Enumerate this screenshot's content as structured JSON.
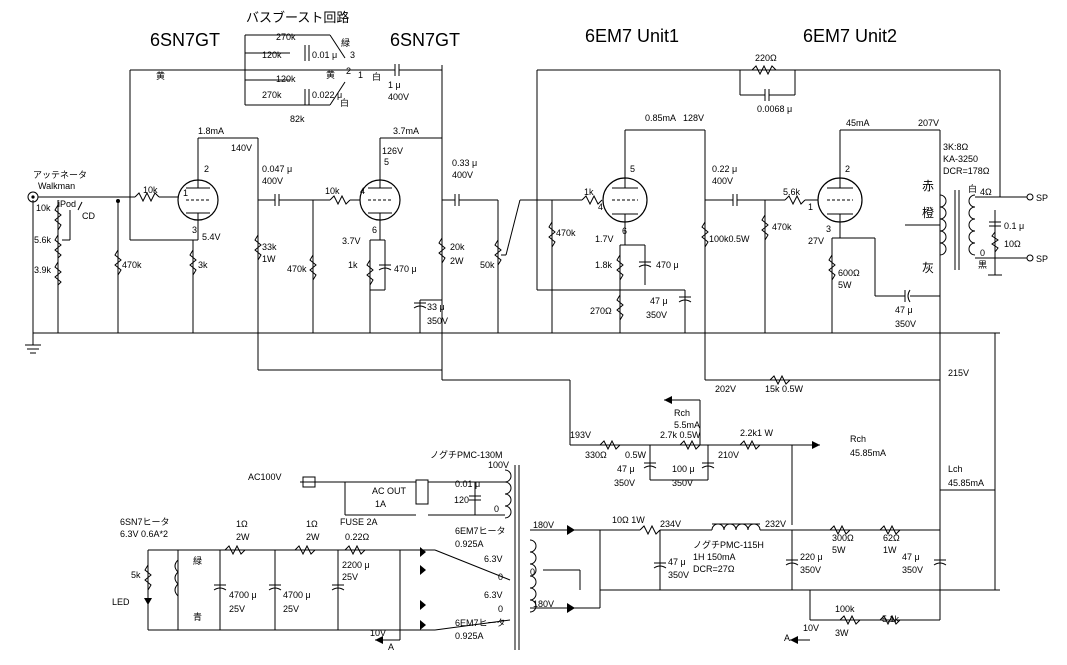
{
  "titles": {
    "tube1": "6SN7GT",
    "tube2": "6SN7GT",
    "tube3": "6EM7 Unit1",
    "tube4": "6EM7 Unit2",
    "bass_boost": "バスブースト回路"
  },
  "input": {
    "attenuator": "アッテネータ",
    "walkman": "Walkman",
    "ipod": "iPod",
    "cd": "CD"
  },
  "labels": {
    "l_10k_in": "10k",
    "l_5_6k_in": "5.6k",
    "l_3_9k_in": "3.9k",
    "l_10k_g1": "10k",
    "l_470k_g1": "470k",
    "l_1_8mA": "1.8mA",
    "l_140V": "140V",
    "l_5_4V": "5.4V",
    "l_3k_k1": "3k",
    "l_33k_a": "33k",
    "l_1W_a": "1W",
    "l_0047": "0.047 μ",
    "l_400V_a": "400V",
    "l_470k_g2": "470k",
    "l_10k_g2": "10k",
    "l_3_7mA": "3.7mA",
    "l_126V": "126V",
    "l_3_7V": "3.7V",
    "l_1k_k2": "1k",
    "l_470u_k2": "470 μ",
    "l_20k": "20k",
    "l_2W": "2W",
    "l_033": "0.33 μ",
    "l_400V_b": "400V",
    "l_33u": "33 μ",
    "l_350V_a": "350V",
    "l_50k": "50k",
    "l_yellow": "黄",
    "l_270k_a": "270k",
    "l_120k_a": "120k",
    "l_001": "0.01 μ",
    "l_green": "緑",
    "l_3": "3",
    "l_2": "2",
    "l_1": "1",
    "l_yellow2": "黄",
    "l_120k_b": "120k",
    "l_270k_b": "270k",
    "l_0022": "0.022 μ",
    "l_white": "白",
    "l_82k": "82k",
    "l_white2": "白",
    "l_1u": "1 μ",
    "l_400V_c": "400V",
    "l_1k_g3": "1k",
    "l_470k_g3": "470k",
    "l_085mA": "0.85mA",
    "l_128V": "128V",
    "l_1_7V": "1.7V",
    "l_1_8k": "1.8k",
    "l_470u_k3": "470 μ",
    "l_270_k3": "270Ω",
    "l_47u_a": "47 μ",
    "l_350V_b": "350V",
    "l_100k": "100k0.5W",
    "l_022": "0.22 μ",
    "l_400V_d": "400V",
    "l_5_6k_g4": "5.6k",
    "l_470k_g4": "470k",
    "l_27V": "27V",
    "l_600": "600Ω",
    "l_5W": "5W",
    "l_45mA": "45mA",
    "l_207V": "207V",
    "l_220": "220Ω",
    "l_00068": "0.0068 μ",
    "l_47u_b": "47 μ",
    "l_350V_c": "350V",
    "l_3k8": "3K:8Ω",
    "l_ka": "KA-3250",
    "l_dcr": "DCR=178Ω",
    "l_aka": "赤",
    "l_dai": "橙",
    "l_hai": "灰",
    "l_shiro": "白",
    "l_4ohm": "4Ω",
    "l_01u": "0.1 μ",
    "l_10ohm": "10Ω",
    "l_0": "0",
    "l_kuro": "黒",
    "l_sp1": "SP",
    "l_sp2": "SP",
    "l_215V": "215V",
    "l_202V": "202V",
    "l_15k": "15k 0.5W",
    "l_rch1": "Rch",
    "l_5_5mA": "5.5mA",
    "l_193V": "193V",
    "l_2_7k": "2.7k 0.5W",
    "l_2_2k": "2.2k1 W",
    "l_rch2": "Rch",
    "l_45_85_r": "45.85mA",
    "l_330": "330Ω",
    "l_0_5W": "0.5W",
    "l_210V": "210V",
    "l_47u_c": "47 μ",
    "l_350V_d": "350V",
    "l_100u": "100 μ",
    "l_350V_e": "350V",
    "l_lch": "Lch",
    "l_45_85_l": "45.85mA",
    "l_ac100": "AC100V",
    "l_ac_out": "AC OUT",
    "l_1A": "1A",
    "l_fuse": "FUSE 2A",
    "l_pt": "ノグチPMC-130M",
    "l_100V": "100V",
    "l_120": "120",
    "l_0_tr": "0",
    "l_001b": "0.01 μ",
    "l_6sn7h": "6SN7ヒータ",
    "l_6sn7hv": "6.3V 0.6A*2",
    "l_1ohm_a": "1Ω",
    "l_2W_a": "2W",
    "l_1ohm_b": "1Ω",
    "l_2W_b": "2W",
    "l_022ohm": "0.22Ω",
    "l_5k": "5k",
    "l_led": "LED",
    "l_midori": "緑",
    "l_ao": "青",
    "l_4700a": "4700 μ",
    "l_25V_a": "25V",
    "l_4700b": "4700 μ",
    "l_25V_b": "25V",
    "l_2200": "2200 μ",
    "l_25V_c": "25V",
    "l_6em7h1": "6EM7ヒータ",
    "l_0925a": "0.925A",
    "l_6em7h2": "6EM7ヒータ",
    "l_0925b": "0.925A",
    "l_6_3V_a": "6.3V",
    "l_6_3V_b": "6.3V",
    "l_0a": "0",
    "l_0b": "0",
    "l_10V_a": "10V",
    "l_A_a": "A",
    "l_180V_a": "180V",
    "l_180V_b": "180V",
    "l_0_sec": "0",
    "l_10ohm1W": "10Ω 1W",
    "l_234V": "234V",
    "l_232V": "232V",
    "l_choke": "ノグチPMC-115H",
    "l_1H": "1H 150mA",
    "l_dcr27": "DCR=27Ω",
    "l_47u_d": "47 μ",
    "l_350V_f": "350V",
    "l_220u": "220 μ",
    "l_350V_g": "350V",
    "l_300": "300Ω",
    "l_5W_b": "5W",
    "l_62": "62Ω",
    "l_1W_b": "1W",
    "l_47u_e": "47 μ",
    "l_350V_h": "350V",
    "l_100k3W": "100k",
    "l_3W": "3W",
    "l_5_1k": "5.1k",
    "l_10V_b": "10V",
    "l_A_b": "A",
    "pin1": "1",
    "pin2": "2",
    "pin3": "3",
    "pin4": "4",
    "pin5": "5",
    "pin6": "6",
    "pin4b": "4",
    "pin5b": "5",
    "pin6b": "6",
    "pin1b": "1",
    "pin2b": "2",
    "pin3b": "3"
  }
}
